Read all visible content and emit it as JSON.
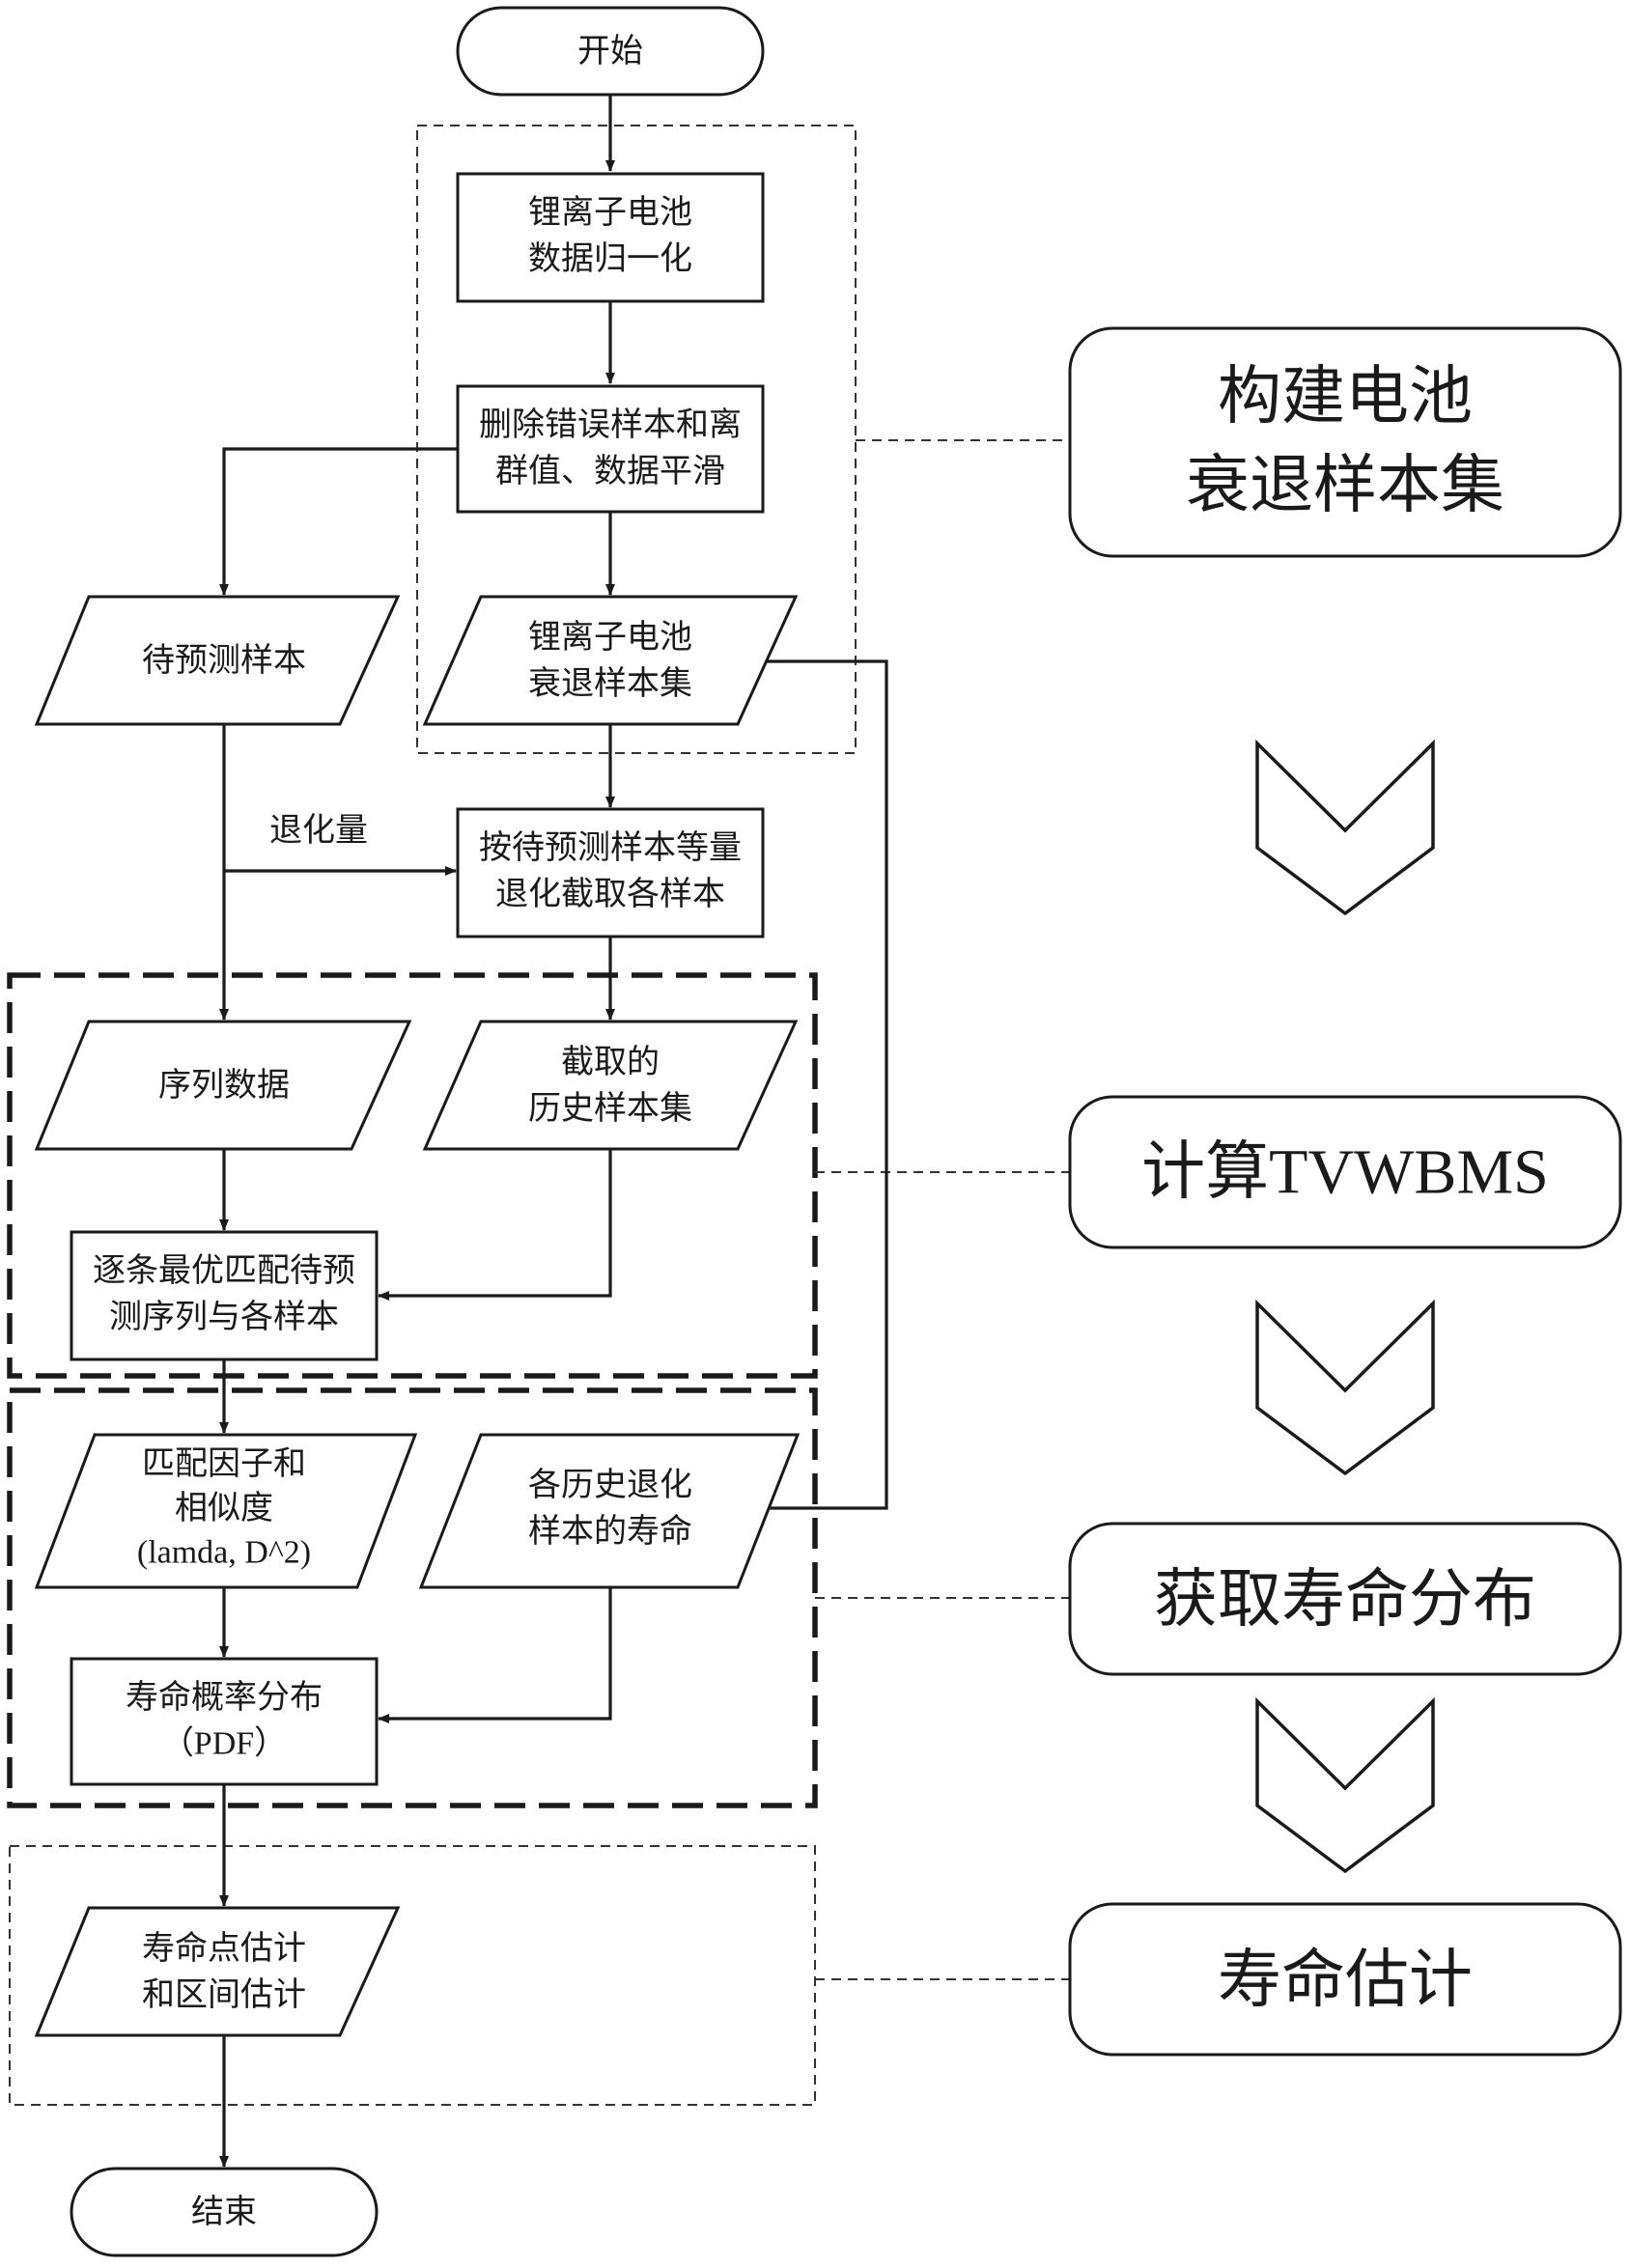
{
  "nodes": {
    "start": "开始",
    "normalize": [
      "锂离子电池",
      "数据归一化"
    ],
    "clean": [
      "删除错误样本和离",
      "群值、数据平滑"
    ],
    "to_predict": "待预测样本",
    "degradation_set": [
      "锂离子电池",
      "衰退样本集"
    ],
    "truncate": [
      "按待预测样本等量",
      "退化截取各样本"
    ],
    "sequence": "序列数据",
    "truncated_history": [
      "截取的",
      "历史样本集"
    ],
    "match": [
      "逐条最优匹配待预",
      "测序列与各样本"
    ],
    "factors": [
      "匹配因子和",
      "相似度",
      "(lamda, D^2)"
    ],
    "history_life": [
      "各历史退化",
      "样本的寿命"
    ],
    "pdf": [
      "寿命概率分布",
      "（PDF）"
    ],
    "estimate": [
      "寿命点估计",
      "和区间估计"
    ],
    "end": "结束"
  },
  "edge_labels": {
    "degradation_amount": "退化量"
  },
  "stages": [
    [
      "构建电池",
      "衰退样本集"
    ],
    [
      "计算TVWBMS"
    ],
    [
      "获取寿命分布"
    ],
    [
      "寿命估计"
    ]
  ]
}
